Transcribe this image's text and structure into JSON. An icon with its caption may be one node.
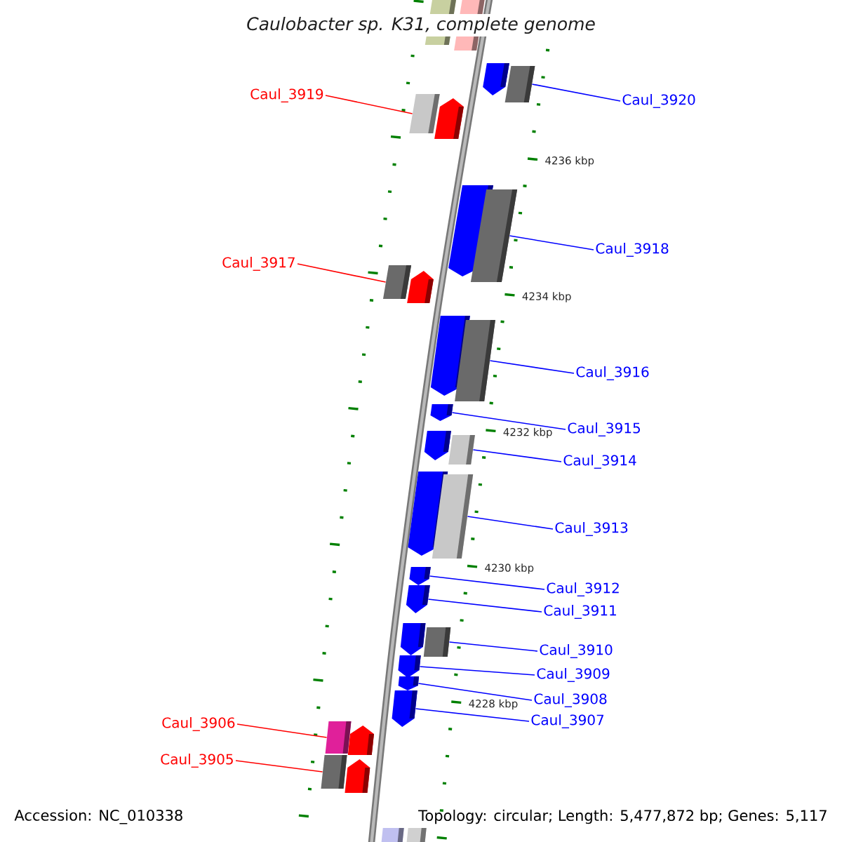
{
  "diagram": {
    "title": "Caulobacter sp. K31, complete genome",
    "nodes": [
      {
        "text": [
          "Caul_3919"
        ]
      },
      {
        "text": [
          "Caul_3920"
        ]
      },
      {
        "text": [
          "Caul_3918"
        ]
      },
      {
        "text": [
          "Caul_3917"
        ]
      },
      {
        "text": [
          "Caul_3916"
        ]
      },
      {
        "text": [
          "Caul_3915"
        ]
      },
      {
        "text": [
          "Caul_3914"
        ]
      },
      {
        "text": [
          "Caul_3913"
        ]
      },
      {
        "text": [
          "Caul_3912"
        ]
      },
      {
        "text": [
          "Caul_3911"
        ]
      },
      {
        "text": [
          "Caul_3910"
        ]
      },
      {
        "text": [
          "Caul_3909"
        ]
      },
      {
        "text": [
          "Caul_3908"
        ]
      },
      {
        "text": [
          "Caul_3907"
        ]
      },
      {
        "text": [
          "Caul_3906"
        ]
      },
      {
        "text": [
          "Caul_3905"
        ]
      },
      {
        "text": [],
        "shape": "box"
      },
      {
        "text": [],
        "shape": "box"
      },
      {
        "text": [],
        "shape": "pentagon"
      },
      {
        "text": [],
        "shape": "box"
      },
      {
        "text": [],
        "shape": "box"
      },
      {
        "text": [],
        "shape": "pentagon"
      },
      {
        "text": [],
        "shape": "pentagon"
      },
      {
        "text": [],
        "shape": "box"
      },
      {
        "text": [],
        "shape": "box"
      },
      {
        "text": [],
        "shape": "pentagon"
      },
      {
        "text": [],
        "shape": "pentagon"
      },
      {
        "text": [],
        "shape": "box"
      },
      {
        "text": [],
        "shape": "pentagon"
      },
      {
        "text": [],
        "shape": "pentagon"
      },
      {
        "text": [],
        "shape": "box"
      },
      {
        "text": [],
        "shape": "pentagon"
      },
      {
        "text": [],
        "shape": "box"
      },
      {
        "text": [],
        "shape": "pentagon"
      },
      {
        "text": [],
        "shape": "pentagon"
      },
      {
        "text": [],
        "shape": "pentagon"
      },
      {
        "text": [],
        "shape": "box"
      },
      {
        "text": [],
        "shape": "pentagon"
      },
      {
        "text": [],
        "shape": "pentagon"
      },
      {
        "text": [],
        "shape": "pentagon"
      },
      {
        "text": [],
        "shape": "box"
      },
      {
        "text": [],
        "shape": "pentagon"
      },
      {
        "text": [],
        "shape": "box"
      },
      {
        "text": [],
        "shape": "pentagon"
      },
      {
        "text": [],
        "shape": "box"
      },
      {
        "text": [],
        "shape": "box"
      }
    ],
    "edges": [
      {
        "from": 0,
        "to": 20,
        "arrow": "none",
        "color": "#ff0000"
      },
      {
        "from": 1,
        "to": 19,
        "arrow": "none"
      },
      {
        "from": 2,
        "to": 23,
        "arrow": "none"
      },
      {
        "from": 3,
        "to": 24,
        "arrow": "none",
        "color": "#ff0000"
      },
      {
        "from": 4,
        "to": 27,
        "arrow": "none"
      },
      {
        "from": 5,
        "to": 28,
        "arrow": "none"
      },
      {
        "from": 6,
        "to": 30,
        "arrow": "none"
      },
      {
        "from": 7,
        "to": 32,
        "arrow": "none"
      },
      {
        "from": 8,
        "to": 33,
        "arrow": "none"
      },
      {
        "from": 9,
        "to": 34,
        "arrow": "none"
      },
      {
        "from": 10,
        "to": 36,
        "arrow": "none"
      },
      {
        "from": 11,
        "to": 37,
        "arrow": "none"
      },
      {
        "from": 12,
        "to": 38,
        "arrow": "none"
      },
      {
        "from": 13,
        "to": 39,
        "arrow": "none"
      },
      {
        "from": 14,
        "to": 40,
        "arrow": "none",
        "color": "#ff0000"
      },
      {
        "from": 15,
        "to": 42,
        "arrow": "none",
        "color": "#ff0000"
      }
    ],
    "labels": [
      "4236 kbp",
      "4234 kbp",
      "4232 kbp",
      "4230 kbp",
      "4228 kbp",
      "Accession: NC_010338",
      "Topology: circular; Length: 5,477,872 bp; Genes: 5,117"
    ]
  }
}
